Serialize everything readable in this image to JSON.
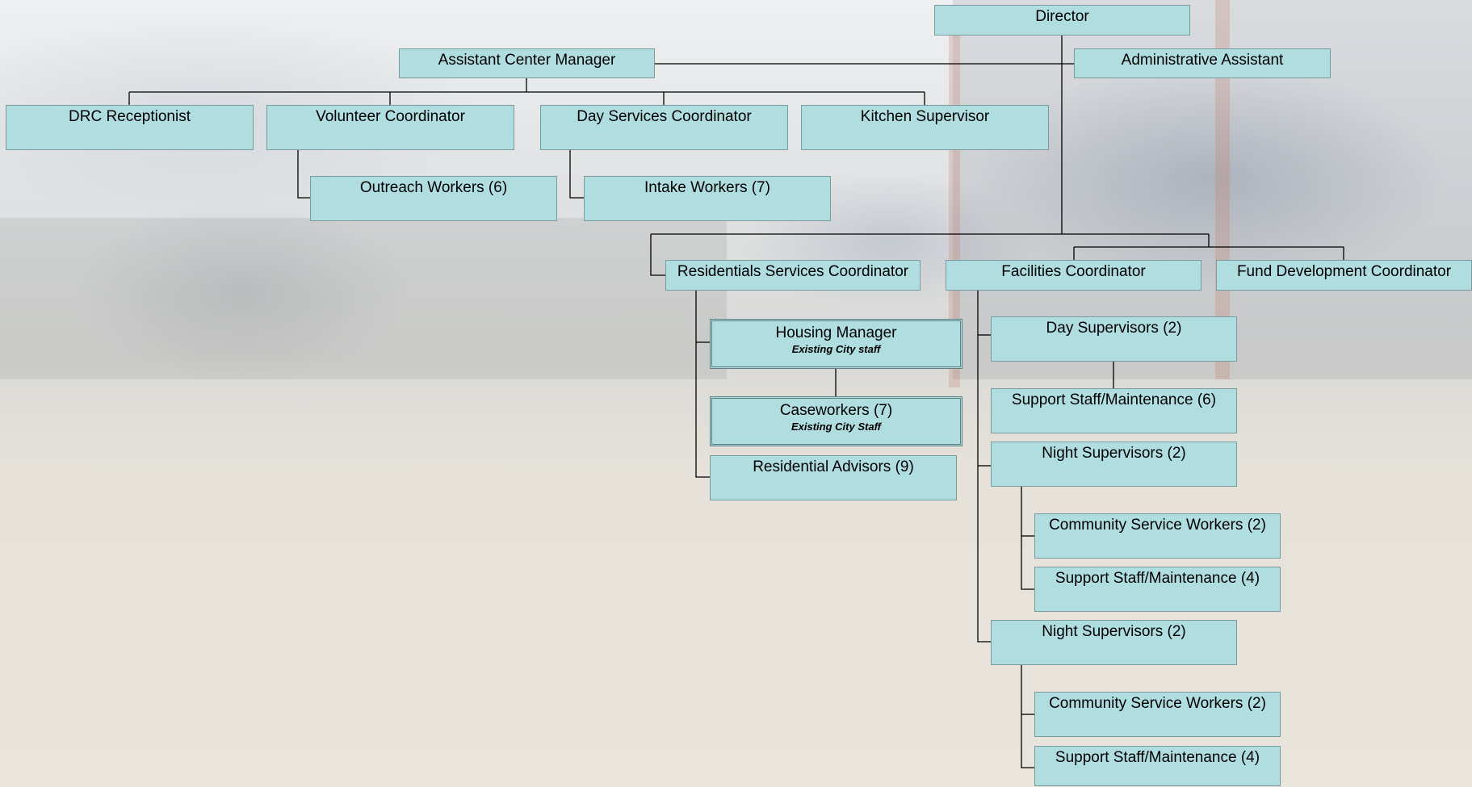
{
  "org_chart": {
    "director": "Director",
    "assistant_center_manager": "Assistant Center Manager",
    "administrative_assistant": "Administrative Assistant",
    "drc_receptionist": "DRC Receptionist",
    "volunteer_coordinator": "Volunteer Coordinator",
    "day_services_coordinator": "Day Services Coordinator",
    "kitchen_supervisor": "Kitchen Supervisor",
    "outreach_workers": "Outreach Workers (6)",
    "intake_workers": "Intake Workers (7)",
    "residential_services_coordinator": "Residentials Services Coordinator",
    "facilities_coordinator": "Facilities Coordinator",
    "fund_development_coordinator": "Fund Development Coordinator",
    "housing_manager": {
      "title": "Housing Manager",
      "note": "Existing City staff"
    },
    "caseworkers": {
      "title": "Caseworkers (7)",
      "note": "Existing City Staff"
    },
    "residential_advisors": "Residential Advisors (9)",
    "day_supervisors": "Day Supervisors (2)",
    "day_support_staff": "Support Staff/Maintenance (6)",
    "night_supervisors_1": "Night Supervisors (2)",
    "night1_community_service": "Community  Service Workers (2)",
    "night1_support_staff": "Support Staff/Maintenance (4)",
    "night_supervisors_2": "Night Supervisors (2)",
    "night2_community_service": "Community  Service Workers (2)",
    "night2_support_staff": "Support Staff/Maintenance (4)"
  },
  "colors": {
    "box_fill": "#b0dde0",
    "box_border": "#7a9a9c",
    "connector": "#000000"
  }
}
